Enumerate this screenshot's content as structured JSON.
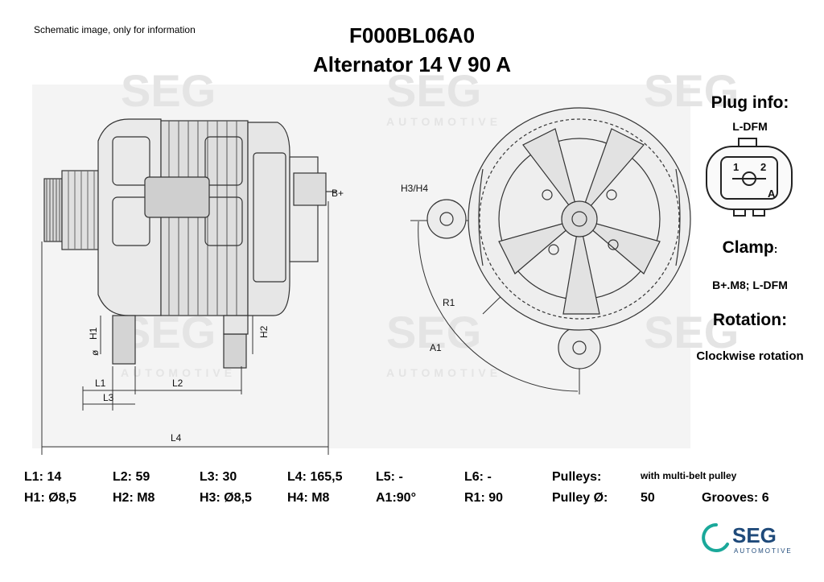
{
  "header": {
    "disclaimer": "Schematic image, only for information",
    "part_number": "F000BL06A0",
    "description": "Alternator 14 V 90 A"
  },
  "drawing_labels": {
    "terminal": "B+",
    "h1": "H1",
    "h2": "H2",
    "l1": "L1",
    "l2": "L2",
    "l3": "L3",
    "l4": "L4",
    "h3h4": "H3/H4",
    "r1": "R1",
    "a1": "A1",
    "dia": "ø",
    "plug_pin1": "1",
    "plug_pin2": "2",
    "plug_pin_a": "A"
  },
  "side_panel": {
    "plug_title": "Plug info:",
    "plug_type": "L-DFM",
    "clamp_title": "Clamp",
    "clamp_colon": ":",
    "clamp_value": "B+.M8; L-DFM",
    "rotation_title": "Rotation:",
    "rotation_value": "Clockwise rotation"
  },
  "specs": {
    "row1": [
      "L1: 14",
      "L2: 59",
      "L3: 30",
      "L4: 165,5",
      "L5: -",
      "L6: -",
      "Pulleys:",
      "with multi-belt pulley"
    ],
    "row2": [
      "H1: Ø8,5",
      "H2: M8",
      "H3: Ø8,5",
      "H4: M8",
      "A1:90°",
      "R1: 90",
      "Pulley Ø:",
      "50",
      "Grooves: 6"
    ]
  },
  "watermark": {
    "brand": "SEG",
    "sub": "AUTOMOTIVE"
  },
  "logo": {
    "brand": "SEG",
    "sub": "AUTOMOTIVE",
    "ring_color": "#1aa89a",
    "text_color": "#1f4a7a"
  }
}
